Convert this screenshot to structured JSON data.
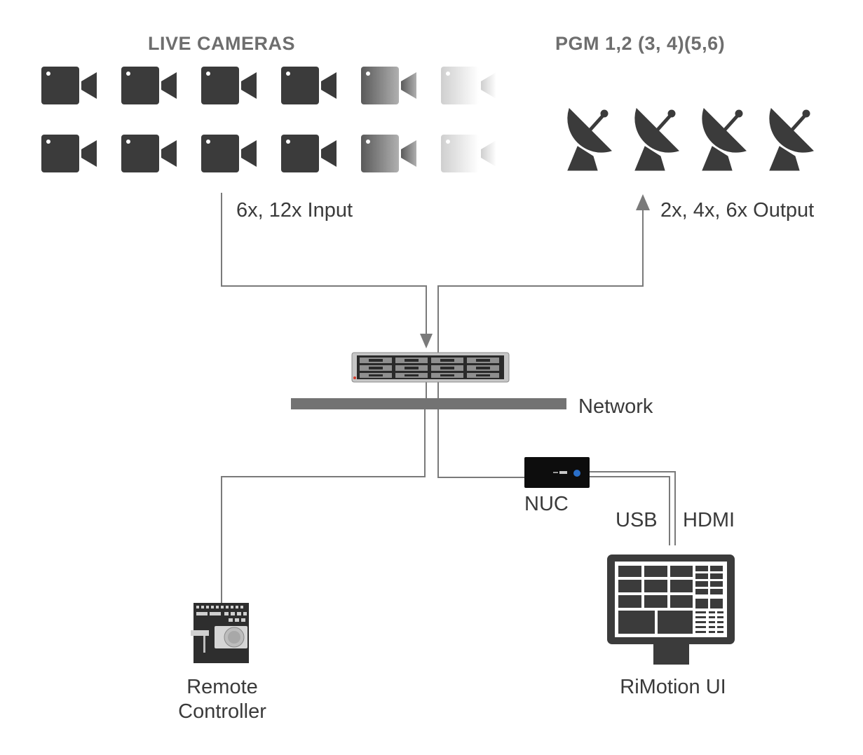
{
  "headings": {
    "live_cameras": "LIVE CAMERAS",
    "pgm": "PGM 1,2 (3, 4)(5,6)"
  },
  "labels": {
    "input": "6x, 12x Input",
    "output": "2x, 4x, 6x Output",
    "network": "Network",
    "nuc": "NUC",
    "usb": "USB",
    "hdmi": "HDMI",
    "remote_line1": "Remote",
    "remote_line2": "Controller",
    "rimotion": "RiMotion UI"
  },
  "icons": {
    "camera": "video-camera-icon",
    "satellite": "satellite-dish-icon",
    "server": "rack-server-icon",
    "nuc": "mini-pc-icon",
    "monitor": "touch-monitor-icon",
    "controller": "remote-controller-icon"
  },
  "colors": {
    "icon_dark": "#3b3b3b",
    "line": "#7a7a7a",
    "network_bar": "#737373",
    "heading": "#6e6e6e",
    "nuc_led": "#2a6fc9"
  }
}
